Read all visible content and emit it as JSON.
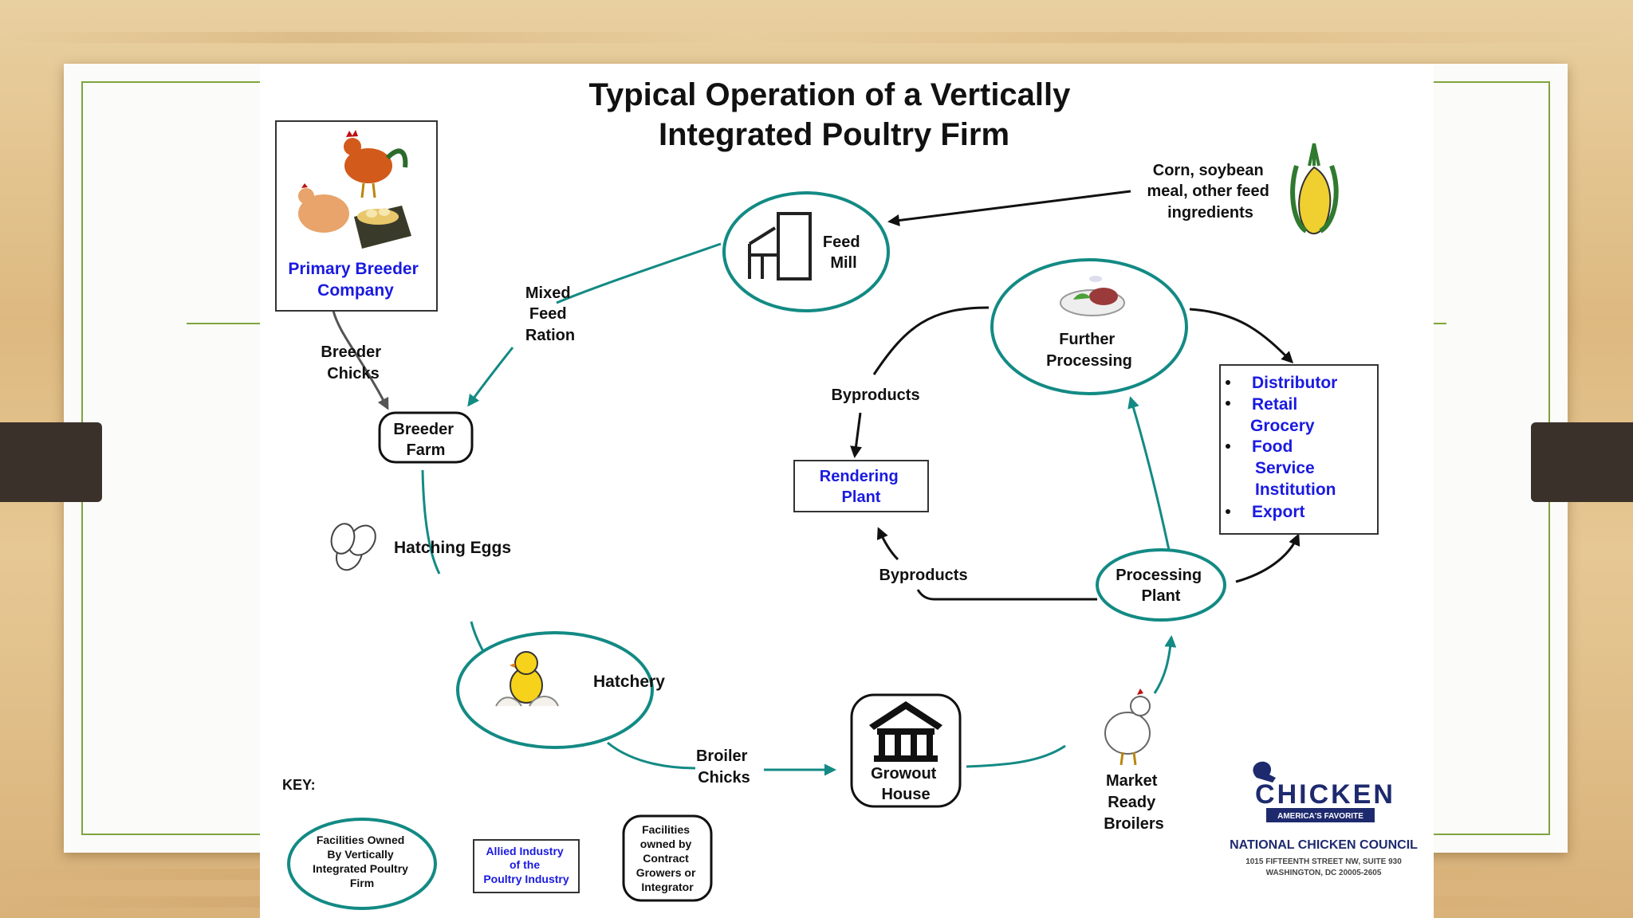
{
  "title": {
    "line1": "Typical Operation of a Vertically",
    "line2": "Integrated Poultry Firm"
  },
  "nodes": {
    "primary_breeder": [
      "Primary Breeder",
      "Company"
    ],
    "breeder_farm": [
      "Breeder",
      "Farm"
    ],
    "feed_mill": [
      "Feed",
      "Mill"
    ],
    "hatchery": "Hatchery",
    "growout_house": [
      "Growout",
      "House"
    ],
    "processing_plant": [
      "Processing",
      "Plant"
    ],
    "further_processing": [
      "Further",
      "Processing"
    ],
    "rendering_plant": [
      "Rendering",
      "Plant"
    ]
  },
  "labels": {
    "breeder_chicks": [
      "Breeder",
      "Chicks"
    ],
    "mixed_feed": [
      "Mixed",
      "Feed",
      "Ration"
    ],
    "corn": [
      "Corn, soybean",
      "meal, other feed",
      "ingredients"
    ],
    "hatching_eggs": "Hatching Eggs",
    "broiler_chicks": [
      "Broiler",
      "Chicks"
    ],
    "market_ready": [
      "Market",
      "Ready",
      "Broilers"
    ],
    "byproducts_top": "Byproducts",
    "byproducts_bottom": "Byproducts"
  },
  "outputs": {
    "bullets": [
      "Distributor",
      "Retail",
      "Food",
      "Export"
    ],
    "continuations": [
      "Grocery",
      "Service",
      "Institution"
    ]
  },
  "key": {
    "heading": "KEY:",
    "owned": [
      "Facilities Owned",
      "By Vertically",
      "Integrated Poultry",
      "Firm"
    ],
    "allied": [
      "Allied Industry",
      "of the",
      "Poultry Industry"
    ],
    "contract": [
      "Facilities",
      "owned by",
      "Contract",
      "Growers or",
      "Integrator"
    ]
  },
  "logo": {
    "name": "CHICKEN",
    "banner": "AMERICA'S FAVORITE",
    "org": "NATIONAL CHICKEN COUNCIL",
    "address1": "1015 FIFTEENTH STREET NW, SUITE 930",
    "address2": "WASHINGTON, DC 20005-2605"
  },
  "colors": {
    "teal": "#138a84",
    "blue": "#1a1ae0",
    "frame_green": "#7fa43c",
    "side_tab": "#3b312b"
  }
}
